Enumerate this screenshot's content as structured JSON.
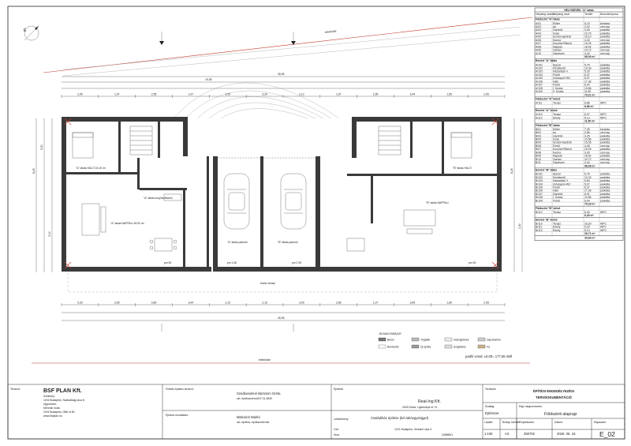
{
  "drawing": {
    "plot_line_label": "telekhatár",
    "level_label": "padló vonal: ±0,00= 177,55 mBf",
    "north_label": "É",
    "total_width_dim": "28,95",
    "sub_dim": "19,95",
    "dims_top": [
      "2,95",
      "1,97",
      "2,55",
      "1,97",
      "2,05",
      "3,34",
      "2,12",
      "1,97",
      "2,95",
      "3,44",
      "1,55",
      "2,05"
    ],
    "dims_bottom": [
      "0,30",
      "2,95",
      "0,80",
      "3,44",
      "2,10",
      "2,15",
      "3,00",
      "2,55",
      "1,07",
      "3,45",
      "1,80",
      "2,95"
    ],
    "side_dims": [
      "8,25",
      "5,50",
      "3,00",
      "2,40",
      "1,40"
    ],
    "rooms": [
      {
        "label": "\"A\" lakás HÁLÓ 15,10 m²"
      },
      {
        "label": "\"A\" lakás NAPPALI 18,92 m²"
      },
      {
        "label": "\"A\" lakás konyha-étkező"
      },
      {
        "label": "\"A\" lakás parkoló"
      },
      {
        "label": "\"B\" lakás parkoló"
      },
      {
        "label": "\"B\" lakás HÁLÓ"
      },
      {
        "label": "\"B\" lakás NAPPALI"
      },
      {
        "label": "közös terasz"
      }
    ],
    "level_tags": [
      "pm 60",
      "pm 1,60",
      "pm 1,90",
      "pm 60"
    ]
  },
  "legend": {
    "title": "JELMAGYARÁZAT:",
    "items": [
      "Beton",
      "Téglafal",
      "Hőszigetelés",
      "Gipszkarton",
      "Bontandó",
      "Új építés",
      "Szigetelés",
      "Fa"
    ]
  },
  "rooms_table": {
    "header": "HELYISÉGEK \"A\" lakás",
    "columns": [
      "Helyiség száma",
      "Helyiség neve",
      "Terület",
      "Burkolat típusa"
    ],
    "sections": [
      {
        "title": "Földszint \"A\" lakás",
        "rows": [
          [
            "A/01",
            "Előtér",
            "5,15",
            "kerámia"
          ],
          [
            "A/02",
            "wc",
            "2,04",
            "cem.lap"
          ],
          [
            "A/03",
            "Gardrób",
            "3,25",
            "parketta"
          ],
          [
            "A/04",
            "Iroda",
            "10,79",
            "parketta"
          ],
          [
            "A/05",
            "Szoba+gardrób",
            "15,10",
            "parketta"
          ],
          [
            "A/06",
            "Kamra",
            "4,40",
            "cem.lap"
          ],
          [
            "A/07",
            "Konyha+Étkező",
            "15,25",
            "parketta"
          ],
          [
            "A/08",
            "Nappali",
            "18,92",
            "parketta"
          ],
          [
            "A/09",
            "Garázs",
            "19,72",
            "cem.lap"
          ],
          [
            "A/10",
            "Gépészet",
            "4,44",
            "cem.lap"
          ]
        ],
        "total": "98,00 m²"
      },
      {
        "title": "Emelet \"A\" lakás",
        "rows": [
          [
            "A/101",
            "lépcső",
            "5,75",
            "parketta"
          ],
          [
            "A/102",
            "Közlekedő",
            "10,33",
            "parketta"
          ],
          [
            "A/103",
            "Háztartási H.",
            "5,33",
            "parketta"
          ],
          [
            "A/104",
            "Fürdő",
            "6,37",
            "parketta"
          ],
          [
            "A/105",
            "Zuhanyzó+WC",
            "5,37",
            "parketta"
          ],
          [
            "A/106",
            "Háló",
            "17,36",
            "parketta"
          ],
          [
            "A/107",
            "Fürdő",
            "6,04",
            "parketta"
          ],
          [
            "A/108",
            "I. Szoba",
            "10,86",
            "parketta"
          ],
          [
            "A/109",
            "II. Szoba",
            "11,80",
            "parketta"
          ]
        ],
        "total": "79,21 m²"
      },
      {
        "title": "Földszint \"A\" külső",
        "rows": [
          [
            "A/111",
            "Terasz",
            "6,86",
            "WPC"
          ]
        ],
        "total": "6,86 m²"
      },
      {
        "title": "Emelet \"A\" külső",
        "rows": [
          [
            "A/110",
            "Terasz",
            "6,37",
            "WPC"
          ],
          [
            "A/112",
            "Erkély",
            "5,13",
            "WPC"
          ]
        ],
        "total": "11,50 m²"
      },
      {
        "title": "Földszint \"B\" lakás",
        "rows": [
          [
            "B/01",
            "Előtér",
            "7,05",
            "kerámia"
          ],
          [
            "B/02",
            "wc",
            "2,86",
            "cem.lap"
          ],
          [
            "B/03",
            "Gardrób",
            "3,25",
            "parketta"
          ],
          [
            "B/04",
            "Iroda",
            "10,56",
            "parketta"
          ],
          [
            "B/05",
            "Szoba+Gardrób",
            "15,05",
            "parketta"
          ],
          [
            "B/06",
            "Fürdő",
            "4,45",
            "cem.lap"
          ],
          [
            "B/07",
            "Konyha+Étkező",
            "15,25",
            "parketta"
          ],
          [
            "B/08",
            "Kamra",
            "3,05",
            "cem.lap"
          ],
          [
            "B/09",
            "Nappali",
            "18,92",
            "parketta"
          ],
          [
            "B/10",
            "Garázs",
            "19,72",
            "cem.lap"
          ],
          [
            "B/11",
            "Gépészet",
            "4,44",
            "cem.lap"
          ]
        ],
        "total": "98,06 m²"
      },
      {
        "title": "Emelet \"B\" lakás",
        "rows": [
          [
            "B/101",
            "lépcső",
            "5,75",
            "parketta"
          ],
          [
            "B/102",
            "Közlekedő",
            "10,33",
            "parketta"
          ],
          [
            "B/103",
            "Háztartási H.",
            "5,84",
            "parketta"
          ],
          [
            "B/104",
            "Zuhanyzó+WC",
            "5,27",
            "parketta"
          ],
          [
            "B/105",
            "Fürdő",
            "6,37",
            "parketta"
          ],
          [
            "B/106",
            "Háló",
            "17,36",
            "parketta"
          ],
          [
            "B/107",
            "Gardrób",
            "6,01",
            "parketta"
          ],
          [
            "B/108",
            "I. Szoba",
            "10,86",
            "parketta"
          ],
          [
            "B/109",
            "Fürdő",
            "6,04",
            "parketta"
          ]
        ],
        "total": "79,33 m²"
      },
      {
        "title": "Földszint \"B\" külső",
        "rows": [
          [
            "B/112",
            "Terasz",
            "6,40",
            "WPC"
          ]
        ],
        "total": "6,40 m²"
      },
      {
        "title": "Emelet \"B\" külső",
        "rows": [
          [
            "B/110",
            "Terasz",
            "16,29",
            "WPC"
          ],
          [
            "B/111",
            "Erkély",
            "5,29",
            "WPC"
          ],
          [
            "B/113",
            "Erkély",
            "5,13",
            "WPC"
          ]
        ],
        "total": "26,71 m²"
      }
    ],
    "grand_total": "30,63 m²"
  },
  "title_block": {
    "designer_label": "Tervező:",
    "company": "BSF PLAN Kft.",
    "company_lines": [
      "Székhely:",
      "1194 Budapest, Szabadság utca 8.",
      "Ügyvezető:",
      "Mérnöki iroda:",
      "1194 Budapest, Üllői út 60.",
      "www.bsfplan.hu"
    ],
    "responsible_label": "Felelős építész tervező:",
    "architect": "Szedlacsekné Bürszem Gréta",
    "architect_sub": "okl. építészmérnök É 01-4830",
    "co_designer_label": "Építész munkatárs:",
    "co_designer": "Miskolczi Márkó",
    "co_designer_sub": "okl. építész, építészmérnök",
    "client_label": "Építtető:",
    "client": "Real-Ing Kft.",
    "client_addr": "2049 Diósd, Ligetszépe út 74.",
    "project_label": "Létesítmény:",
    "project": "Családiház építése (két lakóegységgel)",
    "site_label": "Cím:",
    "site": "1221 Budapest, Vereskő utca 4.",
    "lot_label": "Hrsz:",
    "lot": "228959/1",
    "phase_label": "Tervfázis:",
    "phase": "ÉPÍTÉSI ENGEDÉLYEZÉSI TERVDOKUMENTÁCIÓ",
    "discipline_label": "Szakág:",
    "discipline": "Építészet",
    "sheet_label": "Rajz megnevezése:",
    "sheet_name": "Földszinti alaprajz",
    "scale_label": "Lépték:",
    "scale": "1:100",
    "format_label": "Tervlap mérete:",
    "format": "A3",
    "projno_label": "Projektszám:",
    "projno": "250702",
    "date_label": "Dátum:",
    "date": "2026. 05. 18.",
    "sheetno_label": "Rajzszám:",
    "sheetno": "E_02"
  }
}
